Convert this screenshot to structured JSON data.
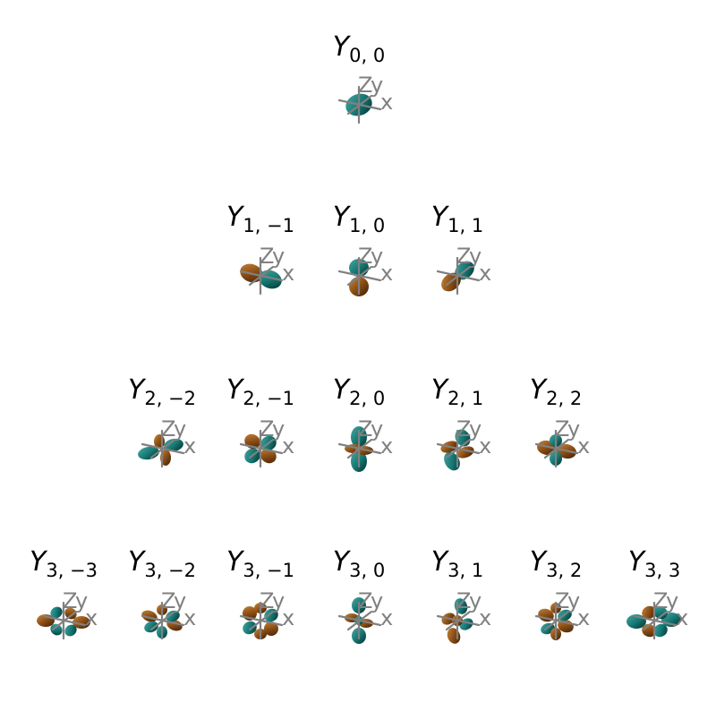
{
  "symbol": "Y",
  "axis_letters": {
    "x": "x",
    "y": "y",
    "z": "Z"
  },
  "colors": {
    "background": "#ffffff",
    "label": "#000000",
    "axes": "#808080",
    "teal_dark": "#022f2d",
    "teal": "#167a76",
    "teal_light": "#4ba6a2",
    "brown_dark": "#3b1d05",
    "brown": "#8a4d14",
    "brown_light": "#c98a3e"
  },
  "rows": [
    {
      "l": "0",
      "harmonics": [
        {
          "m": "0"
        }
      ]
    },
    {
      "l": "1",
      "harmonics": [
        {
          "m": "−1"
        },
        {
          "m": "0"
        },
        {
          "m": "1"
        }
      ]
    },
    {
      "l": "2",
      "harmonics": [
        {
          "m": "−2"
        },
        {
          "m": "−1"
        },
        {
          "m": "0"
        },
        {
          "m": "1"
        },
        {
          "m": "2"
        }
      ]
    },
    {
      "l": "3",
      "harmonics": [
        {
          "m": "−3"
        },
        {
          "m": "−2"
        },
        {
          "m": "−1"
        },
        {
          "m": "0"
        },
        {
          "m": "1"
        },
        {
          "m": "2"
        },
        {
          "m": "3"
        }
      ]
    }
  ]
}
